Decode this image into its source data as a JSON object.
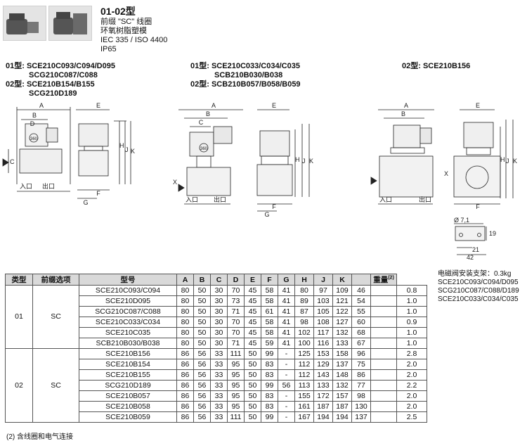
{
  "header": {
    "title": "01-02型",
    "lines": [
      "前缀 \"SC\" 线圈",
      "环氧树脂塑模",
      "IEC 335 / ISO 4400",
      "IP65"
    ]
  },
  "groups": {
    "left": {
      "line1_prefix": "01型:",
      "line1": "SCE210C093/C094/D095",
      "line2": "SCG210C087/C088",
      "line3_prefix": "02型:",
      "line3": "SCE210B154/B155",
      "line4": "SCG210D189"
    },
    "middle": {
      "line1_prefix": "01型:",
      "line1": "SCE210C033/C034/C035",
      "line2": "SCB210B030/B038",
      "line3_prefix": "02型:",
      "line3": "SCB210B057/B058/B059"
    },
    "right": {
      "line1_prefix": "02型:",
      "line1": "SCE210B156"
    }
  },
  "drawing_labels": {
    "A": "A",
    "B": "B",
    "C": "C",
    "D": "D",
    "E": "E",
    "F": "F",
    "G": "G",
    "H": "H",
    "J": "J",
    "K": "K",
    "X": "X",
    "inlet": "入口",
    "outlet": "出口",
    "coil_num": "360",
    "hole": "Ø 7,1",
    "dim19": "19",
    "dim21": "21",
    "dim42": "42"
  },
  "bracket_note": {
    "lines": [
      "电磁阀安装支架：0.3kg",
      "SCE210C093/C094/D095",
      "SCG210C087/C088/D189",
      "SCE210C033/C034/C035"
    ]
  },
  "table": {
    "headers": [
      "类型",
      "前缀选项",
      "型号",
      "A",
      "B",
      "C",
      "D",
      "E",
      "F",
      "G",
      "H",
      "J",
      "K",
      "重量"
    ],
    "weight_note_marker": "(2)",
    "groups": [
      {
        "type": "01",
        "prefix": "SC",
        "rows": [
          [
            "SCE210C093/C094",
            "80",
            "50",
            "30",
            "70",
            "45",
            "58",
            "41",
            "80",
            "97",
            "109",
            "46",
            "0.8"
          ],
          [
            "SCE210D095",
            "80",
            "50",
            "30",
            "73",
            "45",
            "58",
            "41",
            "89",
            "103",
            "121",
            "54",
            "1.0"
          ],
          [
            "SCG210C087/C088",
            "80",
            "50",
            "30",
            "71",
            "45",
            "61",
            "41",
            "87",
            "105",
            "122",
            "55",
            "1.0"
          ],
          [
            "SCE210C033/C034",
            "80",
            "50",
            "30",
            "70",
            "45",
            "58",
            "41",
            "98",
            "108",
            "127",
            "60",
            "0.9"
          ],
          [
            "SCE210C035",
            "80",
            "50",
            "30",
            "70",
            "45",
            "58",
            "41",
            "102",
            "117",
            "132",
            "68",
            "1.0"
          ],
          [
            "SCB210B030/B038",
            "80",
            "50",
            "30",
            "71",
            "45",
            "59",
            "41",
            "100",
            "116",
            "133",
            "67",
            "1.0"
          ]
        ]
      },
      {
        "type": "02",
        "prefix": "SC",
        "rows": [
          [
            "SCE210B156",
            "86",
            "56",
            "33",
            "111",
            "50",
            "99",
            "-",
            "125",
            "153",
            "158",
            "96",
            "2.8"
          ],
          [
            "SCE210B154",
            "86",
            "56",
            "33",
            "95",
            "50",
            "83",
            "-",
            "112",
            "129",
            "137",
            "75",
            "2.0"
          ],
          [
            "SCE210B155",
            "86",
            "56",
            "33",
            "95",
            "50",
            "83",
            "-",
            "112",
            "143",
            "148",
            "86",
            "2.0"
          ],
          [
            "SCG210D189",
            "86",
            "56",
            "33",
            "95",
            "50",
            "99",
            "56",
            "113",
            "133",
            "132",
            "77",
            "2.2"
          ],
          [
            "SCE210B057",
            "86",
            "56",
            "33",
            "95",
            "50",
            "83",
            "-",
            "155",
            "172",
            "157",
            "98",
            "2.0"
          ],
          [
            "SCE210B058",
            "86",
            "56",
            "33",
            "95",
            "50",
            "83",
            "-",
            "161",
            "187",
            "187",
            "130",
            "2.0"
          ],
          [
            "SCE210B059",
            "86",
            "56",
            "33",
            "111",
            "50",
            "99",
            "-",
            "167",
            "194",
            "194",
            "137",
            "2.5"
          ]
        ]
      }
    ]
  },
  "footnote": "(2) 含线圈和电气连接"
}
